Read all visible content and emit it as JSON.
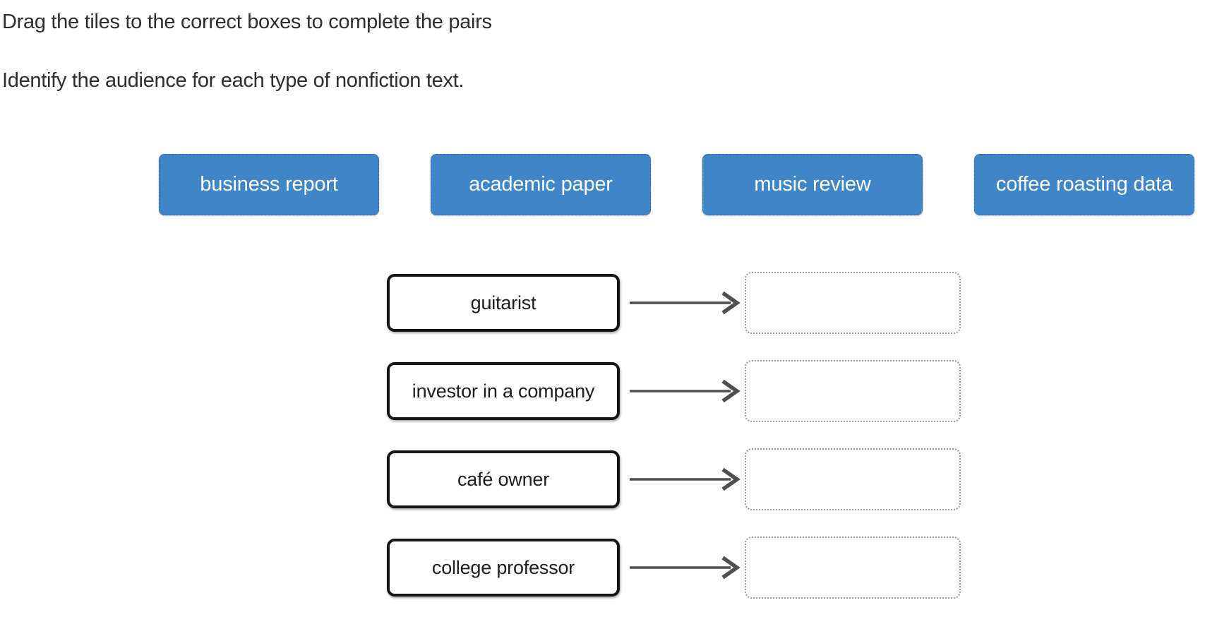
{
  "instructions": {
    "line1": "Drag the tiles to the correct boxes to complete the pairs",
    "line2": "Identify the audience for each type of nonfiction text."
  },
  "tiles": [
    {
      "label": "business report"
    },
    {
      "label": "academic paper"
    },
    {
      "label": "music review"
    },
    {
      "label": "coffee roasting data"
    }
  ],
  "pairs": [
    {
      "source": "guitarist",
      "target": ""
    },
    {
      "source": "investor in a company",
      "target": ""
    },
    {
      "source": "café owner",
      "target": ""
    },
    {
      "source": "college professor",
      "target": ""
    }
  ],
  "colors": {
    "tile_blue": "#3e86c8",
    "tile_border": "#2e6cab",
    "tile_text": "#ffffff",
    "source_box_border": "#151515",
    "arrow_gray": "#4f4f4f",
    "drop_target_border": "#9a9a9a",
    "heading_text": "#2e2e2e"
  }
}
